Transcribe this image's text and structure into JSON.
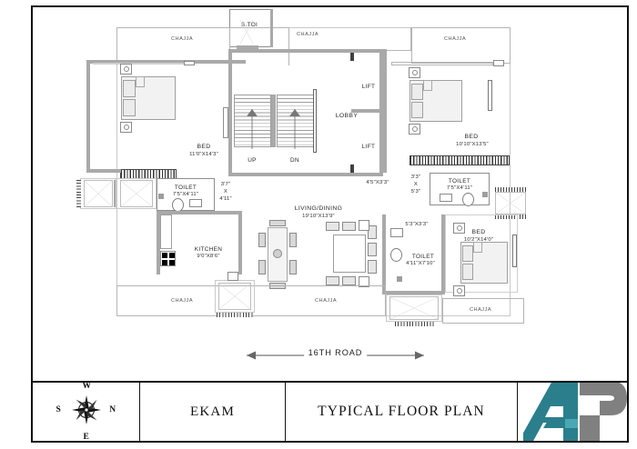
{
  "document": {
    "type": "architectural-floor-plan",
    "sheet_size": "700x494"
  },
  "title_block": {
    "project_name": "EKAM",
    "drawing_title": "TYPICAL FLOOR PLAN",
    "compass": {
      "top": "W",
      "left": "S",
      "right": "N",
      "bottom": "E"
    },
    "logo": {
      "text": "AP",
      "letter_a_color": "#2b7f8c",
      "letter_p_color": "#808080"
    }
  },
  "road": {
    "label": "16TH ROAD",
    "arrow": "double-headed"
  },
  "rooms": [
    {
      "key": "bed_left",
      "name": "BED",
      "dimension": "11'0\"X14'3\""
    },
    {
      "key": "bed_top_right",
      "name": "BED",
      "dimension": "10'10\"X13'5\""
    },
    {
      "key": "bed_bot_right",
      "name": "BED",
      "dimension": "10'2\"X14'0\""
    },
    {
      "key": "living",
      "name": "LIVING/DINING",
      "dimension": "19'10\"X13'9\""
    },
    {
      "key": "kitchen",
      "name": "KITCHEN",
      "dimension": "9'0\"X8'6\""
    },
    {
      "key": "toilet_left",
      "name": "TOILET",
      "dimension": "7'5\"X4'11\""
    },
    {
      "key": "toilet_right",
      "name": "TOILET",
      "dimension": "7'5\"X4'11\""
    },
    {
      "key": "toilet_center",
      "name": "TOILET",
      "dimension": "4'11\"X7'10\""
    },
    {
      "key": "lobby",
      "name": "LOBBY",
      "dimension": ""
    },
    {
      "key": "lift_upper",
      "name": "LIFT",
      "dimension": ""
    },
    {
      "key": "lift_lower",
      "name": "LIFT",
      "dimension": ""
    },
    {
      "key": "service_toilet",
      "name": "S.TOI",
      "dimension": ""
    }
  ],
  "stair": {
    "up_label": "UP",
    "dn_label": "DN"
  },
  "ducts": [
    {
      "key": "duct_left",
      "dimension": "3'7\"\nX\n4'11\""
    },
    {
      "key": "duct_lobby",
      "dimension": "4'5\"X3'3\""
    },
    {
      "key": "duct_right",
      "dimension": "3'3\"\nX\n5'3\""
    },
    {
      "key": "duct_center",
      "dimension": "5'3\"X3'3\""
    }
  ],
  "duct_dims": {
    "left_line1": "3'7\"",
    "left_line2": "X",
    "left_line3": "4'11\"",
    "lobby": "4'5\"X3'3\"",
    "right_line1": "3'3\"",
    "right_line2": "X",
    "right_line3": "5'3\"",
    "center": "5'3\"X3'3\""
  },
  "chajja_labels": [
    {
      "key": "chajja_top_left",
      "text": "CHAJJA"
    },
    {
      "key": "chajja_top_center",
      "text": "CHAJJA"
    },
    {
      "key": "chajja_top_right",
      "text": "CHAJJA"
    },
    {
      "key": "chajja_bottom_left",
      "text": "CHAJJA"
    },
    {
      "key": "chajja_bottom_mid",
      "text": "CHAJJA"
    },
    {
      "key": "chajja_bottom_right",
      "text": "CHAJJA"
    }
  ]
}
